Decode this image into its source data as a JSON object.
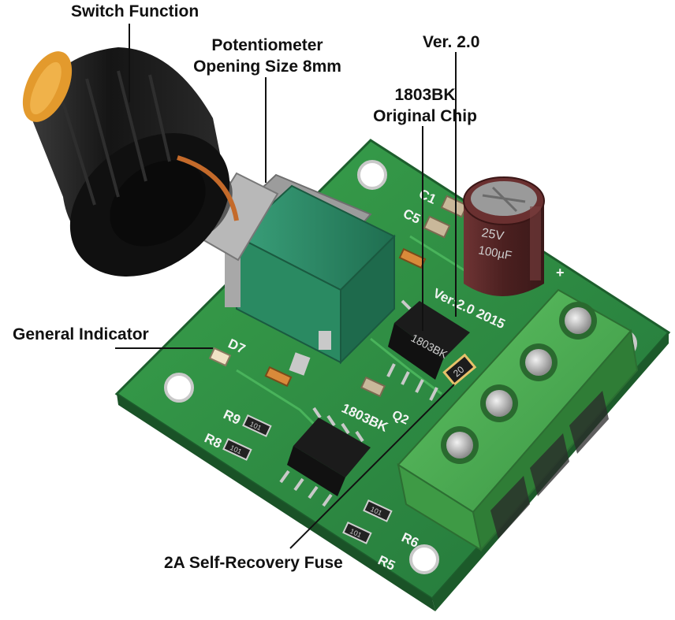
{
  "callouts": {
    "switch_function": "Switch Function",
    "potentiometer_line1": "Potentiometer",
    "potentiometer_line2": "Opening Size 8mm",
    "version": "Ver. 2.0",
    "chip_line1": "1803BK",
    "chip_line2": "Original Chip",
    "general_indicator": "General Indicator",
    "fuse": "2A Self-Recovery Fuse"
  },
  "board_markings": {
    "c1": "C1",
    "c5": "C5",
    "d7": "D7",
    "r9": "R9",
    "r8": "R8",
    "r6": "R6",
    "r5": "R5",
    "q2": "Q2",
    "board_chip": "1803BK",
    "ic_marking": "1803BK",
    "version_silk": "Ver:2.0  2015",
    "fuse_marking": "20",
    "resistor_code": "101",
    "capacitor_v1": "25V",
    "capacitor_v2": "100µF",
    "plus_sign": "+"
  },
  "colors": {
    "pcb_green": "#2e8b3e",
    "terminal_green": "#4caf50",
    "pot_teal": "#2f8f6a",
    "knob_black": "#1a1a1a",
    "knob_orange": "#e39a2d",
    "capacitor_brown": "#5a2a2a"
  }
}
